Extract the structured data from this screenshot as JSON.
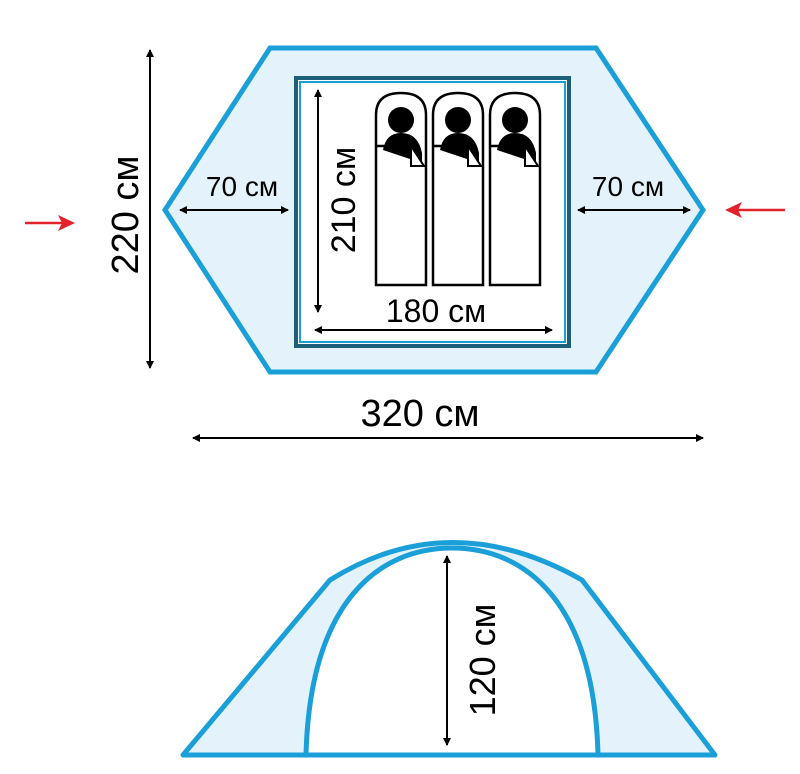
{
  "top_view": {
    "length_label": "320 см",
    "width_label": "220 см",
    "vestibule_left_label": "70 см",
    "vestibule_right_label": "70 см",
    "inner_length_label": "210 см",
    "inner_width_label": "180 см",
    "sleeping_places": 3,
    "entrance_marker": "red-arrow"
  },
  "side_view": {
    "height_label": "120 см"
  },
  "colors": {
    "tent_stroke": "#1a9fd8",
    "tent_fill": "#e4f3fb",
    "inner_border": "#1b5f7a",
    "entrance_arrow": "#e3232b"
  }
}
